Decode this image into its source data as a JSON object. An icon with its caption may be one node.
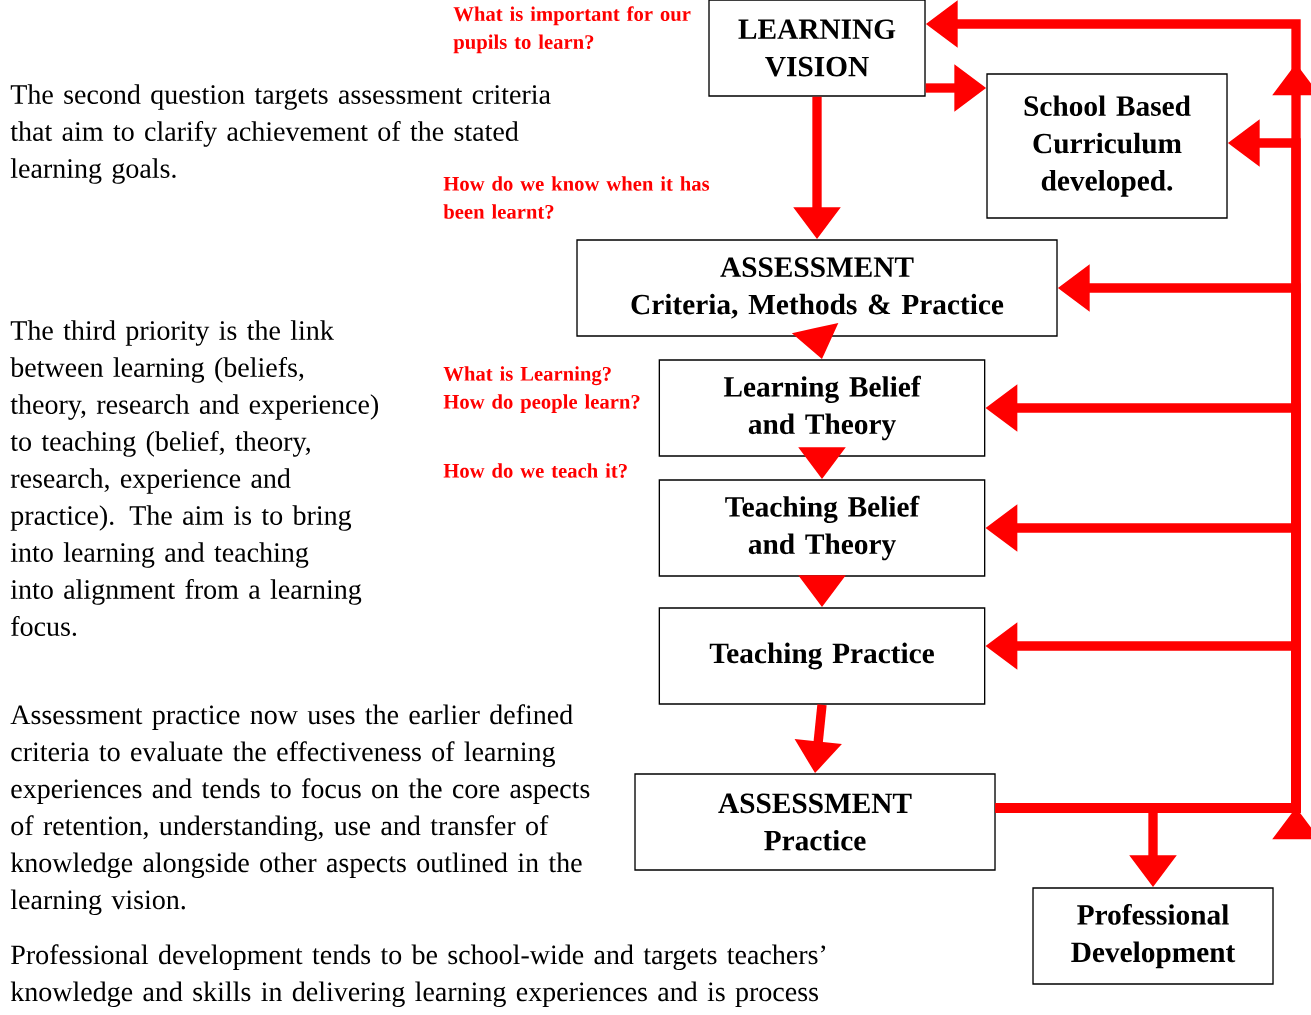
{
  "diagram": {
    "nodes": [
      {
        "text": [
          "LEARNING VISION"
        ]
      },
      {
        "text": [
          "School Based Curriculum developed."
        ]
      },
      {
        "text": [
          "ASSESSMENT",
          "Criteria, Methods & Practice"
        ]
      },
      {
        "text": [
          "Learning Belief and Theory"
        ]
      },
      {
        "text": [
          "Teaching Belief and Theory"
        ]
      },
      {
        "text": [
          "Teaching Practice"
        ]
      },
      {
        "text": [
          "ASSESSMENT",
          "Practice"
        ]
      },
      {
        "text": [
          "Professional Development"
        ]
      }
    ],
    "edges": [
      {
        "from": 0,
        "to": 1,
        "arrow": "to"
      },
      {
        "from": 0,
        "to": 2,
        "arrow": "to"
      },
      {
        "from": 2,
        "to": 3,
        "arrow": "to"
      },
      {
        "from": 3,
        "to": 4,
        "arrow": "to"
      },
      {
        "from": 4,
        "to": 5,
        "arrow": "to"
      },
      {
        "from": 5,
        "to": 6,
        "arrow": "to"
      },
      {
        "from": 6,
        "to": 7,
        "arrow": "to"
      },
      {
        "from": 6,
        "to": 0,
        "arrow": "to"
      },
      {
        "from": 6,
        "to": 1,
        "arrow": "to"
      },
      {
        "from": 6,
        "to": 2,
        "arrow": "to"
      },
      {
        "from": 6,
        "to": 3,
        "arrow": "to"
      },
      {
        "from": 6,
        "to": 4,
        "arrow": "to"
      },
      {
        "from": 6,
        "to": 5,
        "arrow": "to"
      }
    ],
    "labels": [
      "What is important for our pupils to learn?",
      "The second question targets assessment criteria that aim to clarify achievement of the stated learning goals.",
      "How do we know when it has been learnt?",
      "The third priority is the link between learning (beliefs, theory, research and experience) to teaching (belief, theory, research, experience and practice). The aim is to bring into learning and teaching into alignment from a learning focus.",
      "What is Learning? How do people learn?",
      "How do we teach it?",
      "Assessment practice now uses the earlier defined criteria to evaluate the effectiveness of learning experiences and tends to focus on the core aspects of retention, understanding, use and transfer of knowledge alongside other aspects outlined in the learning vision.",
      "Professional development tends to be school-wide and targets teachers’ knowledge and skills in delivering learning experiences and is process"
    ]
  }
}
